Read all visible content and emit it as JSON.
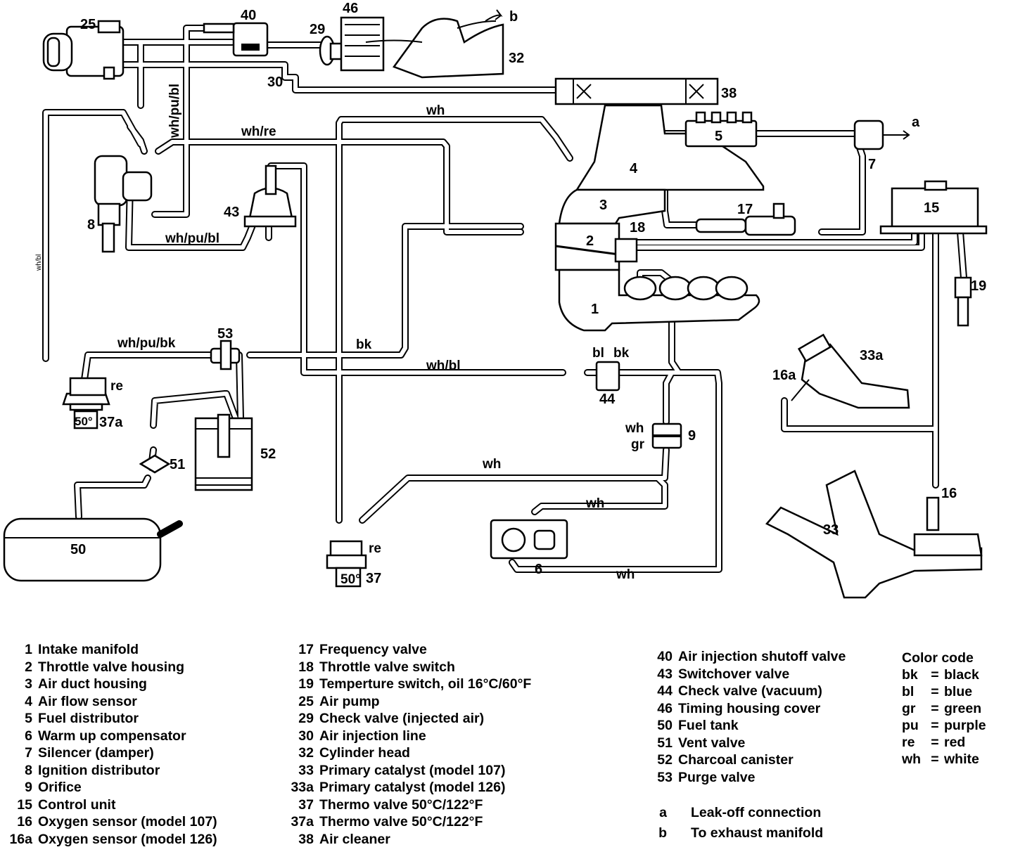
{
  "diagram": {
    "callouts": {
      "c1": "1",
      "c2": "2",
      "c3": "3",
      "c4": "4",
      "c5": "5",
      "c6": "6",
      "c7": "7",
      "c8": "8",
      "c9": "9",
      "c15": "15",
      "c16": "16",
      "c16a": "16a",
      "c17": "17",
      "c18": "18",
      "c19": "19",
      "c25": "25",
      "c29": "29",
      "c30": "30",
      "c32": "32",
      "c33": "33",
      "c33a": "33a",
      "c37": "37",
      "c37a": "37a",
      "c38": "38",
      "c40": "40",
      "c43": "43",
      "c44": "44",
      "c46": "46",
      "c50": "50",
      "c51": "51",
      "c52": "52",
      "c53": "53",
      "ca": "a",
      "cb": "b"
    },
    "wire_labels": {
      "wh_top": "wh",
      "wh_re": "wh/re",
      "wh_pu_bl_vert": "wh/pu/bl",
      "wh_pu_bl": "wh/pu/bl",
      "wh_bl_vert": "wh/bl",
      "wh_pu_bk": "wh/pu/bk",
      "bk": "bk",
      "wh_bl": "wh/bl",
      "bl": "bl",
      "bk2": "bk",
      "re_37a": "re",
      "wh_9": "wh",
      "gr_9": "gr",
      "wh_6a": "wh",
      "wh_6b": "wh",
      "wh_6c": "wh",
      "re_37": "re",
      "temp_37a": "50°",
      "temp_37": "50°"
    }
  },
  "legend": {
    "col1": [
      {
        "num": "1",
        "text": "Intake manifold"
      },
      {
        "num": "2",
        "text": "Throttle valve housing"
      },
      {
        "num": "3",
        "text": "Air duct housing"
      },
      {
        "num": "4",
        "text": "Air flow sensor"
      },
      {
        "num": "5",
        "text": "Fuel distributor"
      },
      {
        "num": "6",
        "text": "Warm up compensator"
      },
      {
        "num": "7",
        "text": "Silencer (damper)"
      },
      {
        "num": "8",
        "text": "Ignition distributor"
      },
      {
        "num": "9",
        "text": "Orifice"
      },
      {
        "num": "15",
        "text": "Control unit"
      },
      {
        "num": "16",
        "text": "Oxygen sensor (model 107)"
      },
      {
        "num": "16a",
        "text": "Oxygen sensor (model 126)"
      }
    ],
    "col2": [
      {
        "num": "17",
        "text": "Frequency valve"
      },
      {
        "num": "18",
        "text": "Throttle valve switch"
      },
      {
        "num": "19",
        "text": "Temperture switch, oil 16°C/60°F"
      },
      {
        "num": "25",
        "text": "Air pump"
      },
      {
        "num": "29",
        "text": "Check valve (injected air)"
      },
      {
        "num": "30",
        "text": "Air injection line"
      },
      {
        "num": "32",
        "text": "Cylinder head"
      },
      {
        "num": "33",
        "text": "Primary catalyst (model 107)"
      },
      {
        "num": "33a",
        "text": "Primary catalyst (model 126)"
      },
      {
        "num": "37",
        "text": "Thermo valve 50°C/122°F"
      },
      {
        "num": "37a",
        "text": "Thermo valve 50°C/122°F"
      },
      {
        "num": "38",
        "text": "Air cleaner"
      }
    ],
    "col3": [
      {
        "num": "40",
        "text": "Air injection shutoff valve"
      },
      {
        "num": "43",
        "text": "Switchover valve"
      },
      {
        "num": "44",
        "text": "Check valve (vacuum)"
      },
      {
        "num": "46",
        "text": "Timing housing cover"
      },
      {
        "num": "50",
        "text": "Fuel tank"
      },
      {
        "num": "51",
        "text": "Vent valve"
      },
      {
        "num": "52",
        "text": "Charcoal canister"
      },
      {
        "num": "53",
        "text": "Purge valve"
      }
    ],
    "letters": [
      {
        "num": "a",
        "text": "Leak-off connection"
      },
      {
        "num": "b",
        "text": "To exhaust manifold"
      }
    ],
    "color_code": {
      "title": "Color code",
      "items": [
        {
          "abbr": "bk",
          "name": "black"
        },
        {
          "abbr": "bl",
          "name": "blue"
        },
        {
          "abbr": "gr",
          "name": "green"
        },
        {
          "abbr": "pu",
          "name": "purple"
        },
        {
          "abbr": "re",
          "name": "red"
        },
        {
          "abbr": "wh",
          "name": "white"
        }
      ]
    }
  }
}
